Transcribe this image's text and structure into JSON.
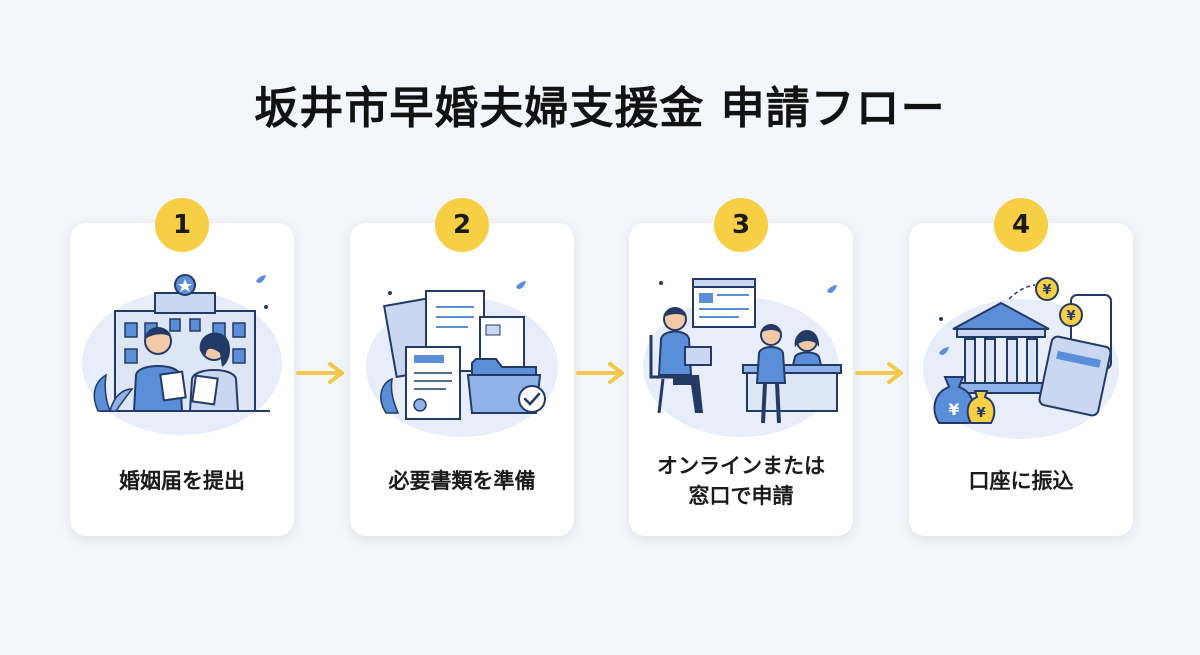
{
  "title": "坂井市早婚夫婦支援金 申請フロー",
  "steps": [
    {
      "number": "1",
      "label": "婚姻届を提出"
    },
    {
      "number": "2",
      "label": "必要書類を準備"
    },
    {
      "number": "3",
      "label": "オンラインまたは\n窓口で申請"
    },
    {
      "number": "4",
      "label": "口座に振込"
    }
  ],
  "icons": {
    "step1": "couple-city-hall-icon",
    "step2": "documents-folder-icon",
    "step3": "online-and-counter-application-icon",
    "step4": "bank-money-transfer-icon",
    "arrow": "arrow-right-icon"
  },
  "colors": {
    "background": "#f3f6fa",
    "card": "#ffffff",
    "badge": "#f7cf45",
    "accent_blue": "#5b8ed9",
    "dark_navy": "#243a66",
    "arrow": "#f2c94c"
  },
  "currency_symbol": "¥"
}
